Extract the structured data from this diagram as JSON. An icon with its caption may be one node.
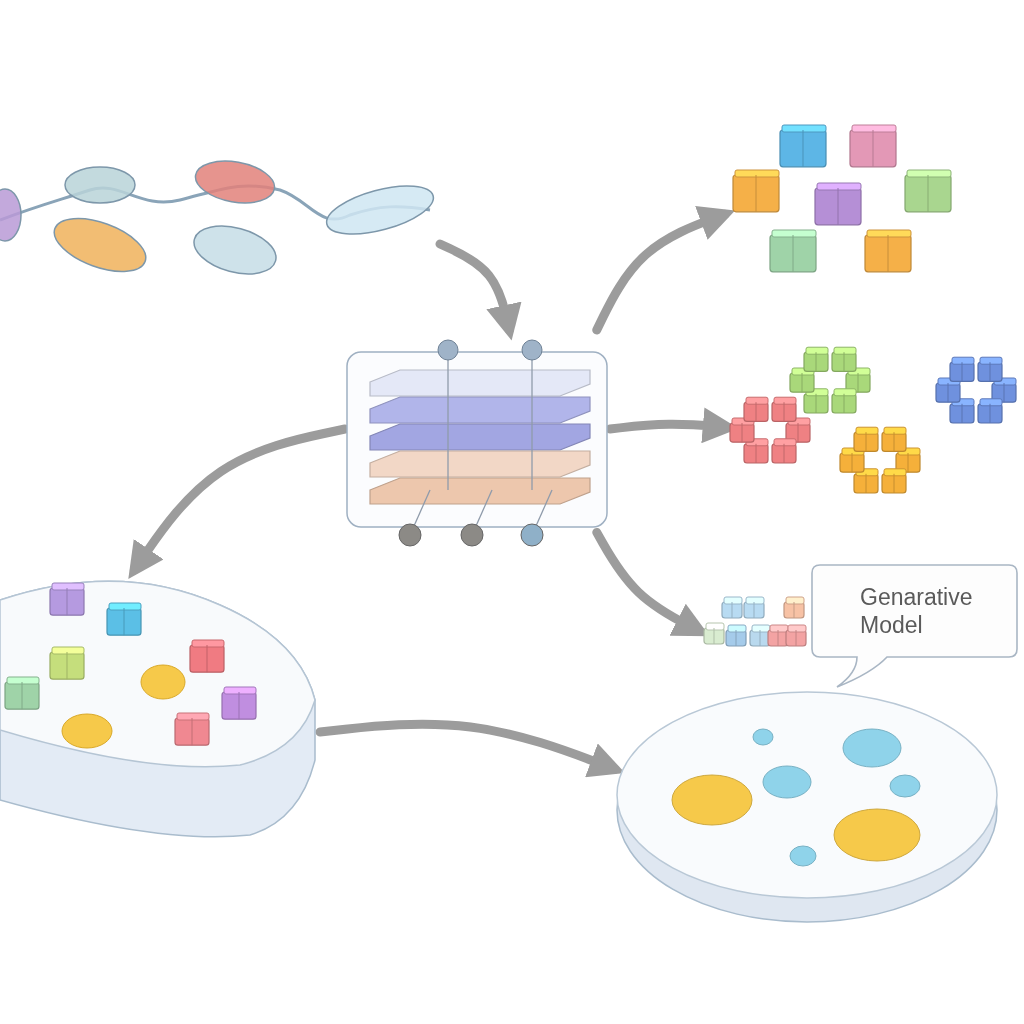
{
  "diagram": {
    "nodes": [
      {
        "text": [],
        "shape": "picture"
      },
      {
        "text": [],
        "shape": "picture"
      },
      {
        "text": [],
        "shape": "picture"
      },
      {
        "text": [],
        "shape": "picture"
      },
      {
        "text": [],
        "shape": "picture"
      },
      {
        "text": [
          "Genarative Model"
        ]
      },
      {
        "text": [],
        "shape": "picture"
      },
      {
        "text": [],
        "shape": "picture"
      }
    ],
    "edges": [
      {
        "from": 0,
        "to": 1,
        "arrow": "to"
      },
      {
        "from": 1,
        "to": 2,
        "arrow": "to"
      },
      {
        "from": 1,
        "to": 3,
        "arrow": "to"
      },
      {
        "from": 1,
        "to": 4,
        "arrow": "to"
      },
      {
        "from": 1,
        "to": 6,
        "arrow": "to"
      },
      {
        "from": 6,
        "to": 7,
        "arrow": "to"
      }
    ]
  }
}
